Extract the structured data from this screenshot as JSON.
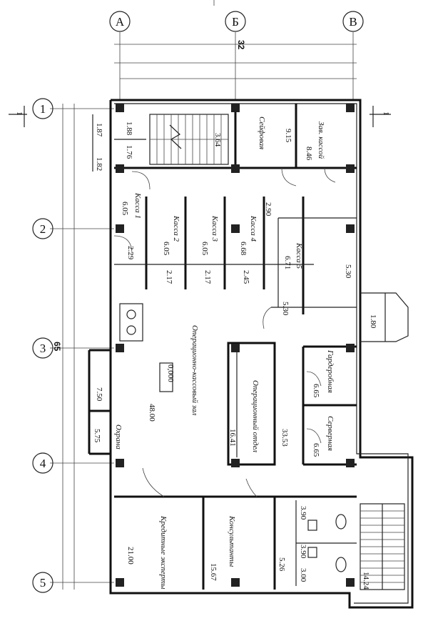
{
  "axes": {
    "letters": [
      "А",
      "Б",
      "В"
    ],
    "numbers": [
      "1",
      "2",
      "3",
      "4",
      "5"
    ]
  },
  "section_marks": [
    "1",
    "1"
  ],
  "dimensions": {
    "top_total": "32",
    "side_total": "65"
  },
  "level_mark": "0,000",
  "rooms": [
    {
      "name": "Сейфовая",
      "area": "9.15"
    },
    {
      "name": "Зав. кассой",
      "area": "8.46"
    },
    {
      "name": "Касса 1",
      "area": "6.05"
    },
    {
      "name": "Касса 2",
      "area": "6.05"
    },
    {
      "name": "Касса 3",
      "area": "6.05"
    },
    {
      "name": "Касса 4",
      "area": "6.68"
    },
    {
      "name": "Касса 5",
      "area": "6.71"
    },
    {
      "name": "Операционно-кассовый зал",
      "area": "48.00"
    },
    {
      "name": "Охрана",
      "area": "5.75"
    },
    {
      "name": "Операционный отдел",
      "area": "16.41"
    },
    {
      "name": "Гардеробная",
      "area": "6.65"
    },
    {
      "name": "Серверная",
      "area": "6.65"
    },
    {
      "name": "Кредитные эксперты",
      "area": "21.00"
    },
    {
      "name": "Консультанты",
      "area": "15.67"
    }
  ],
  "area_labels": {
    "stair_top": "3.64",
    "wc_a": "1.88",
    "wc_b": "1.87",
    "wc_c": "1.76",
    "wc_d": "1.82",
    "corridor_1": "2.29",
    "corridor_2": "2.17",
    "corridor_3": "2.17",
    "corridor_4": "2.45",
    "vest_1": "2.90",
    "vest_2": "5.30",
    "vest_3": "5.30",
    "porch": "1.80",
    "hall_side": "33.53",
    "vestibule": "7.50",
    "wc_e": "3.90",
    "wc_f": "3.90",
    "wc_g": "3.00",
    "corridor_5": "5.26",
    "stair_bottom": "14.24"
  }
}
